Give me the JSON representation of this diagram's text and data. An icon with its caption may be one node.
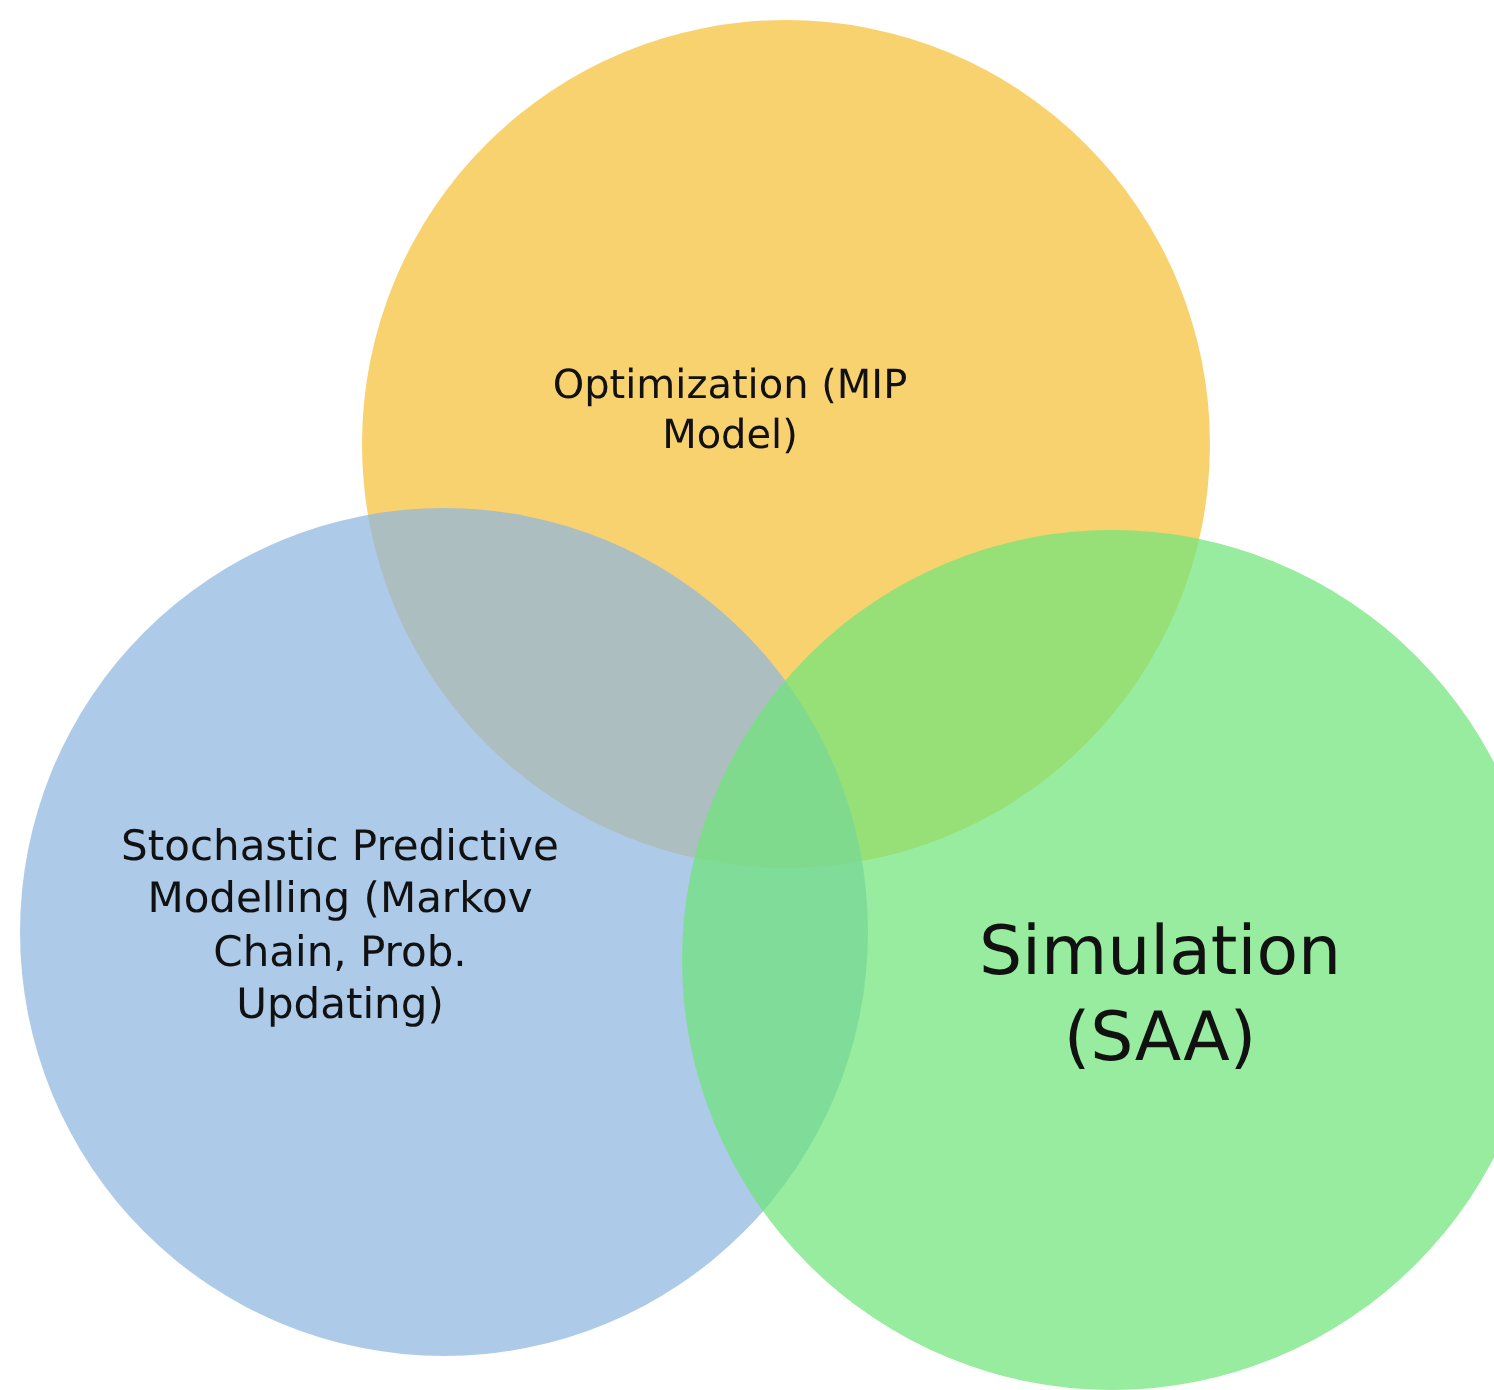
{
  "diagram": {
    "nodes": [
      {
        "text": [
          "Optimization (MIP Model)"
        ]
      },
      {
        "text": [
          "Stochastic Predictive Modelling (Markov Chain, Prob. Updating)"
        ]
      },
      {
        "text": [
          "Simulation (SAA)"
        ]
      }
    ]
  }
}
